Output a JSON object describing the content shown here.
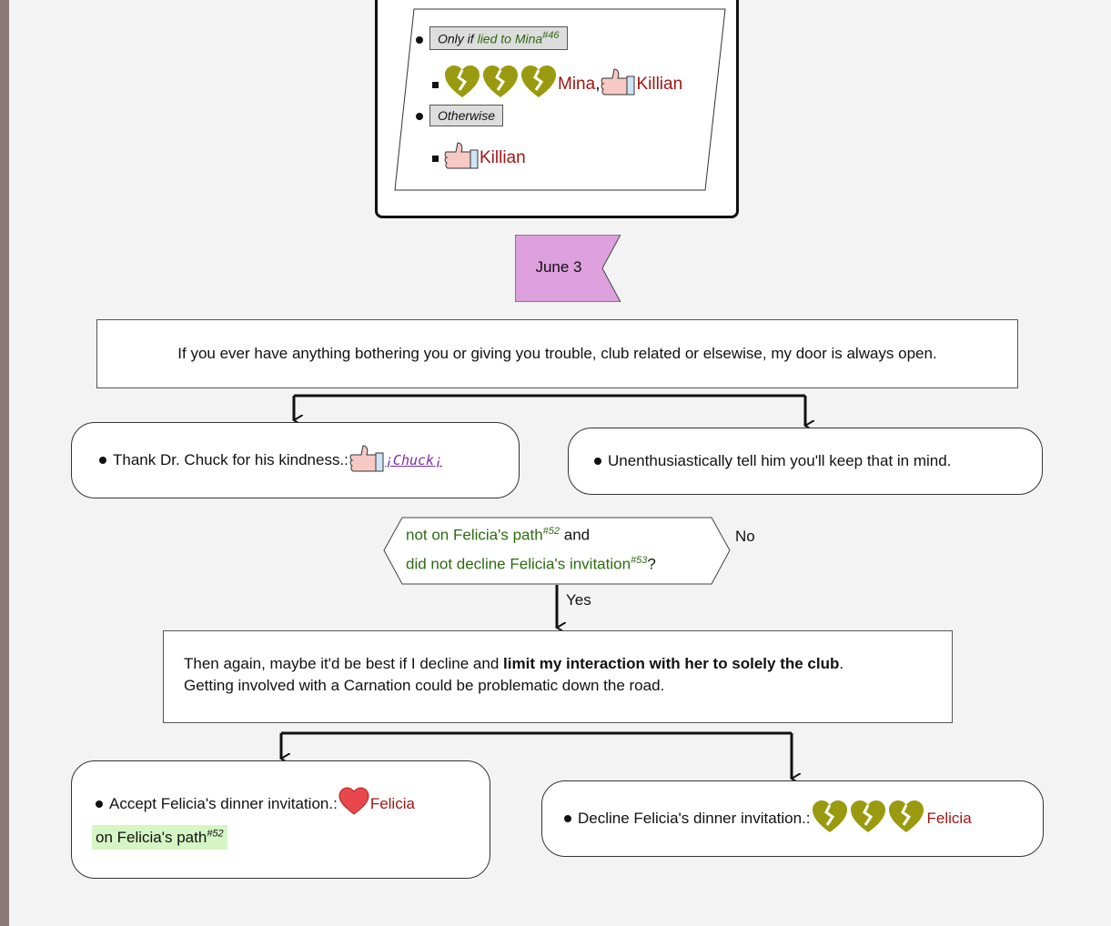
{
  "top_card": {
    "cond1_prefix": "Only if",
    "cond1_var": "lied to Mina",
    "cond1_ref": "#46",
    "line1_mina": "Mina",
    "line1_comma": ",",
    "line1_killian": "Killian",
    "cond2": "Otherwise",
    "line2_killian": "Killian"
  },
  "date_tag": "June 3",
  "dialogue1": "If you ever have anything bothering you or giving you trouble, club related or elsewise, my door is always open.",
  "choice_a": {
    "text": "Thank Dr. Chuck for his kindness.:",
    "link": "¡Chuck¡"
  },
  "choice_b": {
    "text": "Unenthusiastically tell him you'll keep that in mind."
  },
  "condition": {
    "line1": "not on Felicia's path",
    "ref1": "#52",
    "and": "and",
    "line2": "did not decline Felicia's invitation",
    "ref2": "#53",
    "q": "?",
    "no": "No",
    "yes": "Yes"
  },
  "dialogue2": {
    "part1": "Then again, maybe it'd be best if I decline and",
    "bold": "limit my interaction with her to solely the club",
    "part2": ".",
    "line2": "Getting involved with a Carnation could be problematic down the road."
  },
  "choice_c": {
    "text": "Accept Felicia's dinner invitation.:",
    "name": "Felicia",
    "flag": "on Felicia's path",
    "flag_ref": "#52"
  },
  "choice_d": {
    "text": "Decline Felicia's dinner invitation.:",
    "name": "Felicia"
  },
  "colors": {
    "broken_heart": "#9a9a10",
    "heart": "#e8484c",
    "date_tag": "#dda0dd",
    "name": "#a31515",
    "flag": "#2e6b12"
  }
}
